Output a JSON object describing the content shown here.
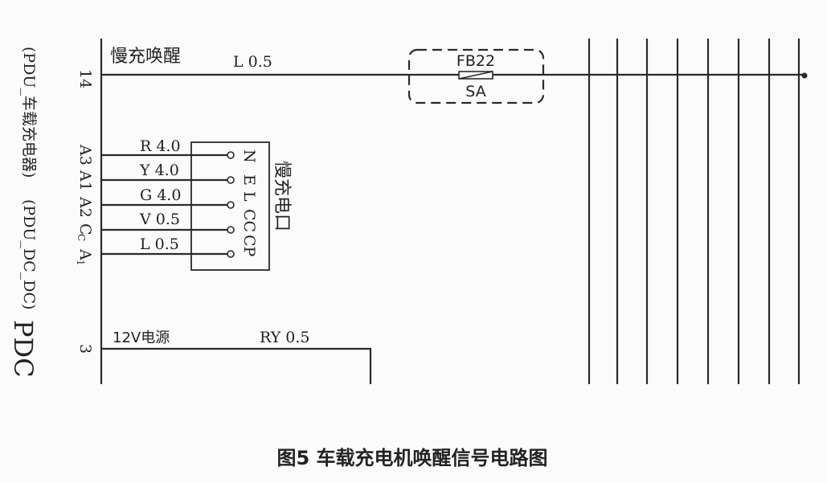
{
  "left_label": {
    "module_a": "(PDU_车载充电器)",
    "module_b": "(PDU_DC_DC)",
    "name": "PDC"
  },
  "pins": {
    "top": "14",
    "bottom": "3",
    "A3": "A3",
    "A1": "A1",
    "A2": "A2",
    "Cc": "C",
    "Cc_sub": "C",
    "A1b": "A",
    "A1b_sub": "1"
  },
  "wake_line": {
    "name": "慢充唤醒",
    "wire": "L 0.5"
  },
  "fuse": {
    "id": "FB22",
    "rating": "SA"
  },
  "connector": {
    "wires": [
      "R 4.0",
      "Y 4.0",
      "G 4.0",
      "V 0.5",
      "L 0.5"
    ],
    "pins": [
      "N",
      "E",
      "L",
      "CC",
      "CP"
    ],
    "name": "慢充电口"
  },
  "power_line": {
    "name": "12V电源",
    "wire": "RY 0.5"
  },
  "caption": "图5  车载充电机唤醒信号电路图"
}
